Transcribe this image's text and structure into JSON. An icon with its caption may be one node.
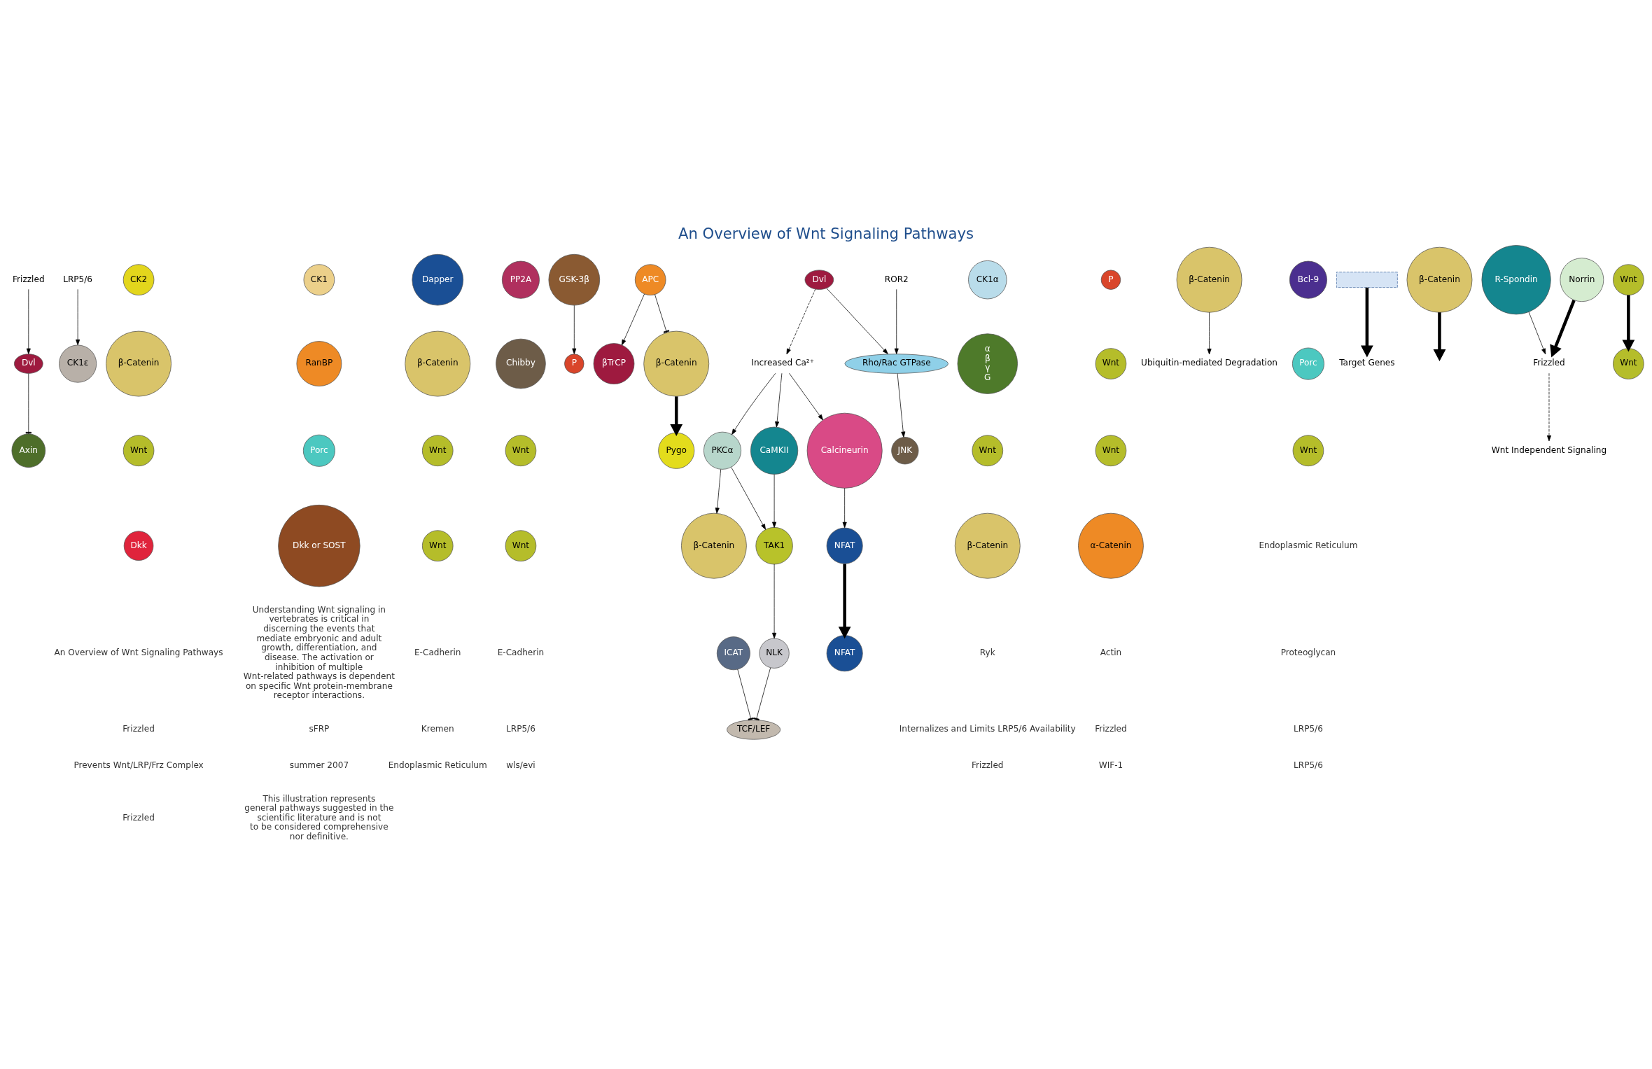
{
  "diagram": {
    "title": "An Overview of Wnt Signaling Pathways",
    "nodes": [
      {
        "text": [
          "Frizzled"
        ]
      },
      {
        "text": [
          "LRP5/6"
        ]
      },
      {
        "text": [
          "CK1ε"
        ]
      },
      {
        "text": [
          "Dvl"
        ]
      },
      {
        "text": [
          "CK2"
        ]
      },
      {
        "text": [
          "CK1"
        ]
      },
      {
        "text": [
          "Dapper"
        ]
      },
      {
        "text": [
          "PP2A"
        ]
      },
      {
        "text": [
          "Axin"
        ]
      },
      {
        "text": [
          "GSK-3β"
        ]
      },
      {
        "text": [
          "P"
        ]
      },
      {
        "text": [
          "APC"
        ]
      },
      {
        "text": [
          "β-Catenin"
        ]
      },
      {
        "text": [
          "CK1α"
        ]
      },
      {
        "text": [
          "βTrCP"
        ]
      },
      {
        "text": [
          "P"
        ]
      },
      {
        "text": [
          "β-Catenin"
        ]
      },
      {
        "text": [
          "Ubiquitin-mediated Degradation"
        ]
      },
      {
        "text": [
          "β-Catenin"
        ]
      },
      {
        "text": [
          "Pygo"
        ]
      },
      {
        "text": [
          "Bcl-9"
        ]
      },
      {
        "text": [
          "ICAT"
        ]
      },
      {
        "text": [
          "β-Catenin"
        ]
      },
      {
        "text": [
          "TCF/LEF"
        ]
      },
      {
        "text": [],
        "shape": "bar"
      },
      {
        "text": [
          "Target Genes"
        ]
      },
      {
        "text": [
          "NLK"
        ]
      },
      {
        "text": [
          "NFAT"
        ]
      },
      {
        "text": [
          "β-Catenin"
        ]
      },
      {
        "text": [
          "RanBP"
        ]
      },
      {
        "text": [
          "β-Catenin"
        ]
      },
      {
        "text": [
          "Chibby"
        ]
      },
      {
        "text": [
          "Increased Ca²⁺"
        ]
      },
      {
        "text": [
          "PKCα"
        ]
      },
      {
        "text": [
          "CaMKII"
        ]
      },
      {
        "text": [
          "Calcineurin"
        ]
      },
      {
        "text": [
          "TAK1"
        ]
      },
      {
        "text": [
          "NFAT"
        ]
      },
      {
        "text": [
          "α",
          "β",
          "γ",
          "G"
        ]
      },
      {
        "text": [
          "Dvl"
        ]
      },
      {
        "text": [
          "ROR2"
        ]
      },
      {
        "text": [
          "Wnt"
        ]
      },
      {
        "text": [
          "Rho/Rac GTPase"
        ]
      },
      {
        "text": [
          "JNK"
        ]
      },
      {
        "text": [
          "Frizzled"
        ]
      },
      {
        "text": [
          "R-Spondin"
        ]
      },
      {
        "text": [
          "Norrin"
        ]
      },
      {
        "text": [
          "Wnt Independent Signaling"
        ]
      },
      {
        "text": [
          "Wnt"
        ]
      },
      {
        "text": [
          "Porc"
        ]
      },
      {
        "text": [
          "Wnt"
        ]
      },
      {
        "text": [
          "Wnt"
        ]
      },
      {
        "text": [
          "Porc"
        ]
      },
      {
        "text": [
          "Wnt"
        ]
      },
      {
        "text": [
          "Wnt"
        ]
      },
      {
        "text": [
          "Wnt"
        ]
      },
      {
        "text": [
          "Wnt"
        ]
      },
      {
        "text": [
          "Wnt"
        ]
      },
      {
        "text": [
          "Dkk"
        ]
      },
      {
        "text": [
          "Dkk or SOST"
        ]
      },
      {
        "text": [
          "Wnt"
        ]
      },
      {
        "text": [
          "Wnt"
        ]
      },
      {
        "text": [
          "β-Catenin"
        ]
      },
      {
        "text": [
          "α-Catenin"
        ]
      }
    ],
    "edges": [
      {
        "from": 0,
        "to": 3,
        "arrow": "to"
      },
      {
        "from": 1,
        "to": 2,
        "arrow": "to"
      },
      {
        "from": 3,
        "to": 8,
        "arrow": "other"
      },
      {
        "from": 9,
        "to": 10,
        "arrow": "to"
      },
      {
        "from": 11,
        "to": 14,
        "arrow": "to"
      },
      {
        "from": 16,
        "to": 17,
        "arrow": "to"
      },
      {
        "from": 11,
        "to": 18,
        "arrow": "other"
      },
      {
        "from": 33,
        "to": 12,
        "arrow": "to"
      },
      {
        "from": 18,
        "to": 19,
        "arrow": "to",
        "style": "thick"
      },
      {
        "from": 21,
        "to": 23,
        "arrow": "other"
      },
      {
        "from": 24,
        "to": 25,
        "arrow": "to",
        "style": "thick"
      },
      {
        "from": 26,
        "to": 23,
        "arrow": "other"
      },
      {
        "from": 28,
        "to": null,
        "arrow": "to",
        "style": "thick"
      },
      {
        "from": 36,
        "to": 26,
        "arrow": "to"
      },
      {
        "from": 37,
        "to": 27,
        "arrow": "to",
        "style": "thick"
      },
      {
        "from": 32,
        "to": 33,
        "arrow": "to"
      },
      {
        "from": 32,
        "to": 34,
        "arrow": "to"
      },
      {
        "from": 32,
        "to": 35,
        "arrow": "to"
      },
      {
        "from": 33,
        "to": 36,
        "arrow": "to"
      },
      {
        "from": 34,
        "to": 36,
        "arrow": "to"
      },
      {
        "from": 35,
        "to": 37,
        "arrow": "to"
      },
      {
        "from": 39,
        "to": 32,
        "arrow": "to",
        "style": "dashed"
      },
      {
        "from": 39,
        "to": 42,
        "arrow": "to"
      },
      {
        "from": 40,
        "to": 42,
        "arrow": "to"
      },
      {
        "from": 42,
        "to": 43,
        "arrow": "to"
      },
      {
        "from": 45,
        "to": 44,
        "arrow": "to"
      },
      {
        "from": 46,
        "to": 44,
        "arrow": "to",
        "style": "thick"
      },
      {
        "from": 44,
        "to": 47,
        "arrow": "to",
        "style": "dashed"
      },
      {
        "from": 48,
        "to": 50,
        "arrow": "to",
        "style": "thick"
      }
    ],
    "labels": [
      "Endoplasmic Reticulum",
      "An Overview of Wnt Signaling Pathways",
      "Understanding Wnt signaling in vertebrates is critical in discerning the events that mediate embryonic and adult growth, differentiation, and disease. The activation or inhibition of multiple Wnt-related pathways is dependent on specific Wnt protein-membrane receptor interactions.",
      "E-Cadherin",
      "E-Cadherin",
      "Ryk",
      "Actin",
      "Proteoglycan",
      "Frizzled",
      "sFRP",
      "Kremen",
      "LRP5/6",
      "Internalizes and Limits LRP5/6 Availability",
      "Frizzled",
      "LRP5/6",
      "Prevents Wnt/LRP/Frz Complex",
      "summer 2007",
      "Endoplasmic Reticulum",
      "wls/evi",
      "Frizzled",
      "WIF-1",
      "LRP5/6",
      "Frizzled",
      "This illustration represents general pathways suggested in the scientific literature and is not to be considered comprehensive nor definitive."
    ]
  }
}
